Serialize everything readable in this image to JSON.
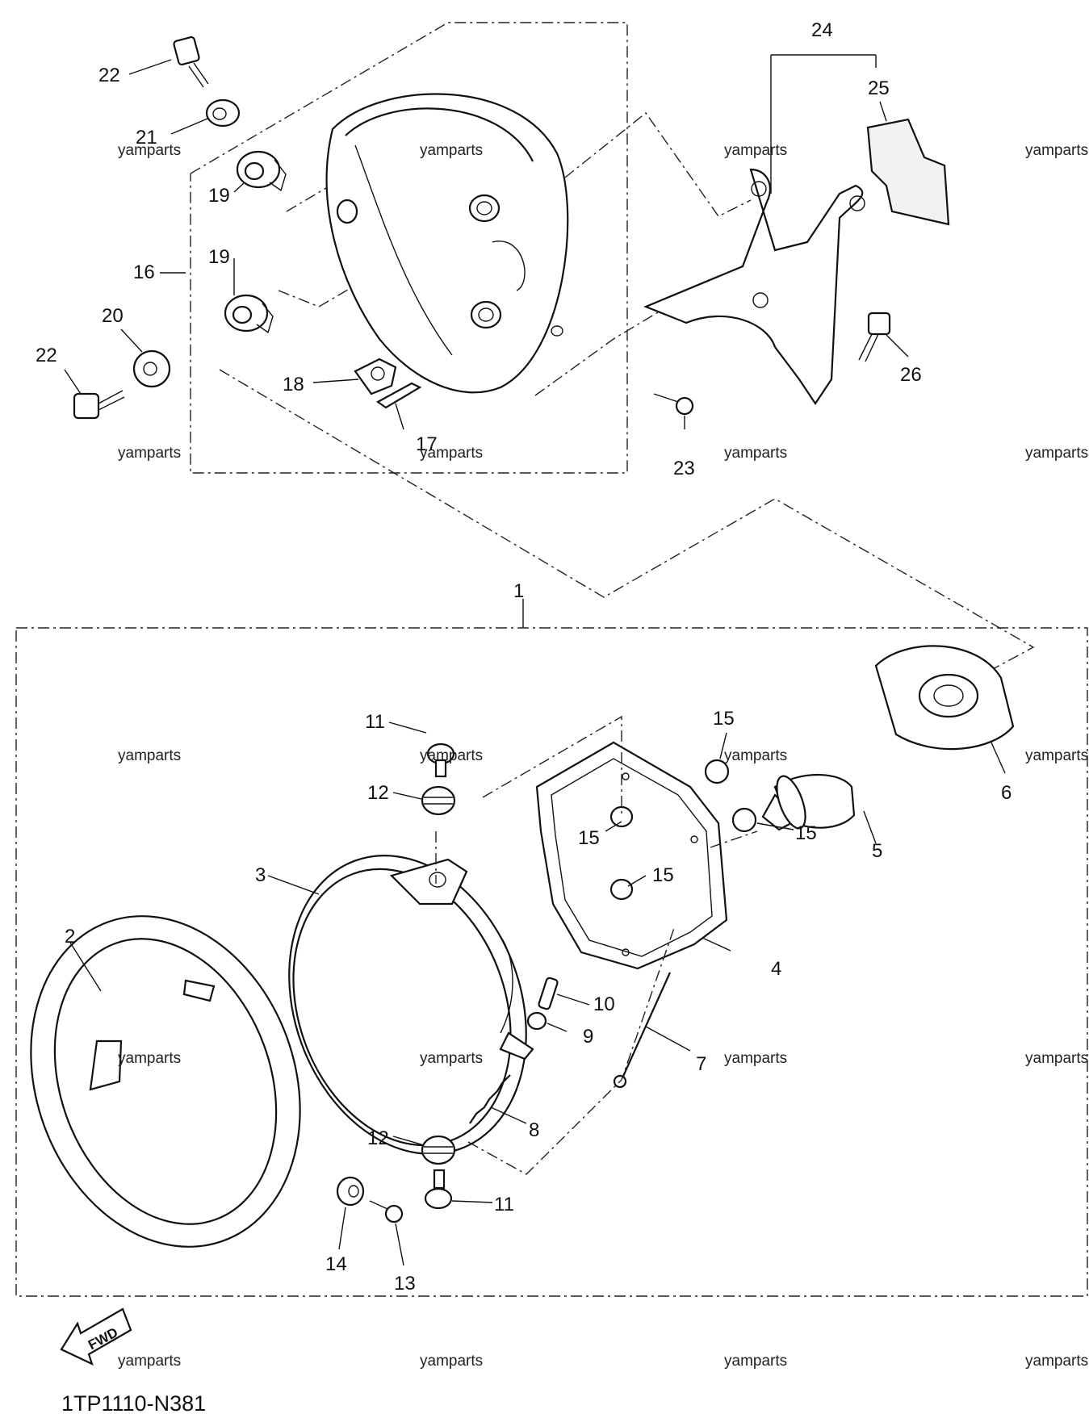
{
  "diagram": {
    "callouts": {
      "n1": "1",
      "n2": "2",
      "n3": "3",
      "n4": "4",
      "n5": "5",
      "n6": "6",
      "n7": "7",
      "n8": "8",
      "n9": "9",
      "n10": "10",
      "n11a": "11",
      "n11b": "11",
      "n12a": "12",
      "n12b": "12",
      "n13": "13",
      "n14": "14",
      "n15a": "15",
      "n15b": "15",
      "n15c": "15",
      "n15d": "15",
      "n16": "16",
      "n17": "17",
      "n18": "18",
      "n19a": "19",
      "n19b": "19",
      "n20": "20",
      "n21": "21",
      "n22a": "22",
      "n22b": "22",
      "n23": "23",
      "n24": "24",
      "n25": "25",
      "n26": "26"
    },
    "watermark": "yamparts",
    "fwd_label": "FWD",
    "drawing_code": "1TP1110-N381"
  }
}
